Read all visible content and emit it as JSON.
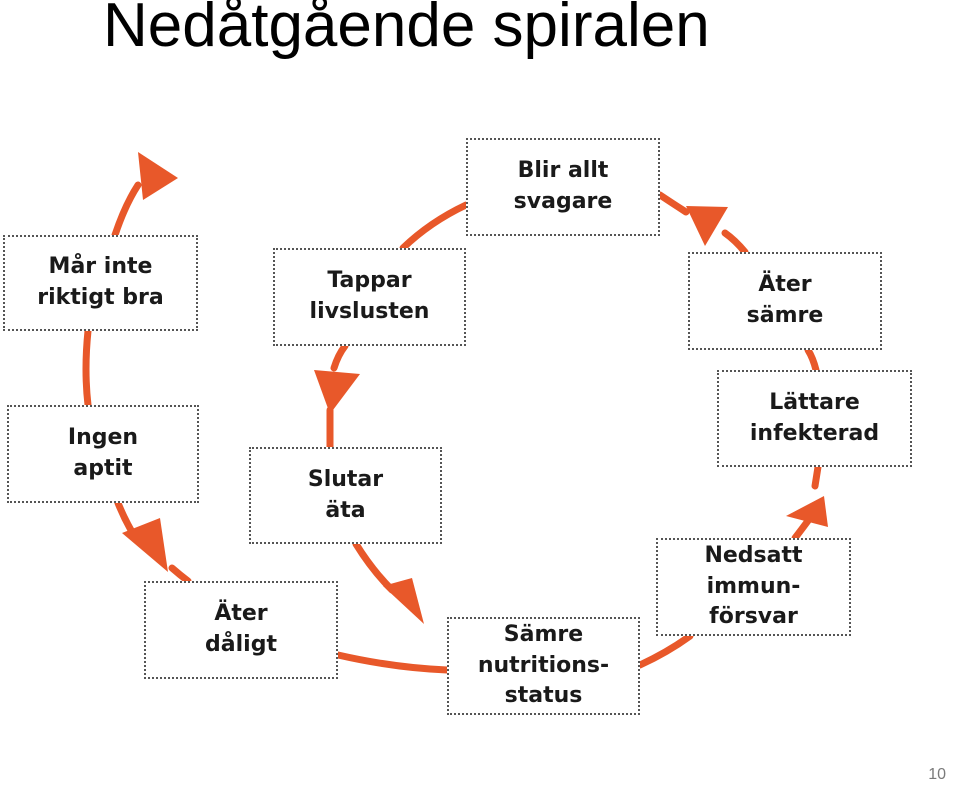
{
  "title": "Nedåtgående spiralen",
  "page_number": "10",
  "colors": {
    "arrow": "#e8582a",
    "box_border": "#555555",
    "text": "#1a1a1a"
  },
  "nodes": {
    "mar_inte": "Mår inte\nriktigt bra",
    "tappar": "Tappar\nlivslusten",
    "blir_allt": "Blir allt\nsvagare",
    "ater_samre": "Äter\nsämre",
    "lattare": "Lättare\ninfekterad",
    "ingen_aptit": "Ingen\naptit",
    "slutar_ata": "Slutar\näta",
    "nedsatt": "Nedsatt\nimmun-\nförsvar",
    "ater_daligt": "Äter\ndåligt",
    "samre_nutr": "Sämre\nnutritions-\nstatus"
  }
}
